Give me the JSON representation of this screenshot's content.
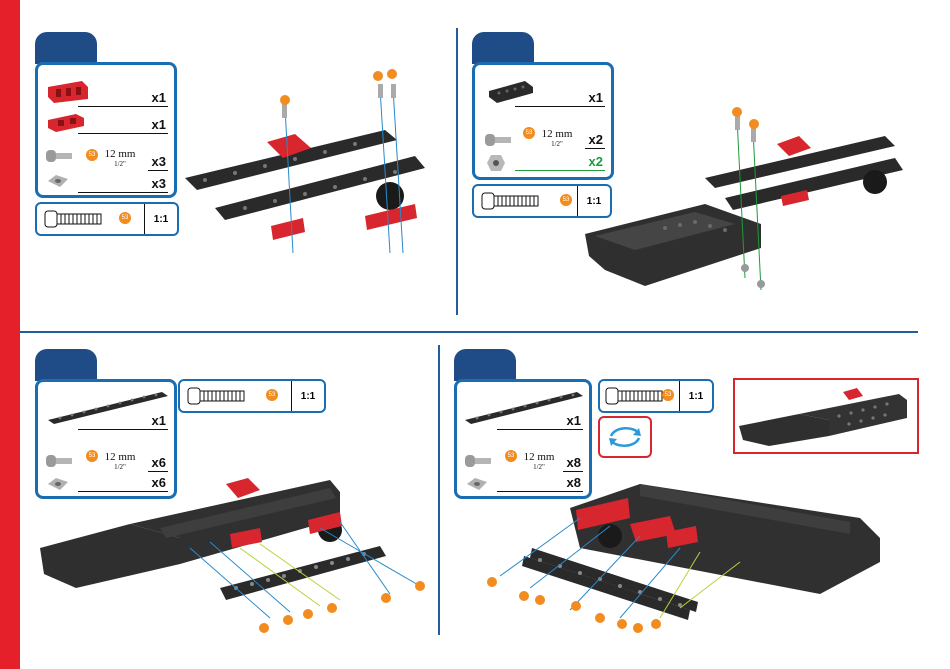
{
  "step1": {
    "parts": [
      {
        "qty": "x1"
      },
      {
        "qty": "x1"
      },
      {
        "qty": "x3",
        "mm": "12 mm",
        "inch": "1/2\""
      },
      {
        "qty": "x3"
      }
    ],
    "ratio": "1:1"
  },
  "step2": {
    "parts": [
      {
        "qty": "x1"
      },
      {
        "qty": "x2",
        "mm": "12 mm",
        "inch": "1/2\""
      },
      {
        "qty": "x2"
      }
    ],
    "ratio": "1:1"
  },
  "step3": {
    "parts": [
      {
        "qty": "x1"
      },
      {
        "qty": "x6",
        "mm": "12 mm",
        "inch": "1/2\""
      },
      {
        "qty": "x6"
      }
    ],
    "ratio": "1:1"
  },
  "step4": {
    "parts": [
      {
        "qty": "x1"
      },
      {
        "qty": "x8",
        "mm": "12 mm",
        "inch": "1/2\""
      },
      {
        "qty": "x8"
      }
    ],
    "ratio": "1:1"
  },
  "colors": {
    "accent_blue": "#1b6db2",
    "brand_red": "#e5202a",
    "part_red": "#d7262d",
    "green": "#1f9a3a",
    "orange": "#f28c1e"
  }
}
